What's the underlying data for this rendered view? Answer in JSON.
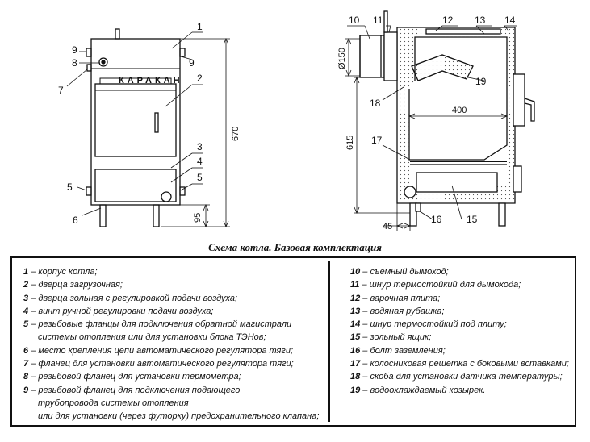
{
  "caption": "Схема котла. Базовая комплектация",
  "front_view": {
    "brand": "КАРАКАН",
    "height_dim": "670",
    "leg_dim": "95",
    "callouts": [
      "1",
      "2",
      "3",
      "4",
      "5",
      "9",
      "8",
      "7",
      "9",
      "5",
      "6"
    ]
  },
  "side_view": {
    "pipe_dim": "Ø150",
    "width_dim": "400",
    "height_dim": "615",
    "offset_dim": "45",
    "callouts": [
      "10",
      "11",
      "12",
      "13",
      "14",
      "19",
      "18",
      "17",
      "16",
      "15"
    ]
  },
  "legend": {
    "left": [
      {
        "num": "1",
        "text": " – корпус котла;"
      },
      {
        "num": "2",
        "text": " – дверца загрузочная;"
      },
      {
        "num": "3",
        "text": " – дверца зольная с регулировкой подачи воздуха;"
      },
      {
        "num": "4",
        "text": " – винт ручной регулировки подачи воздуха;"
      },
      {
        "num": "5",
        "text": " – резьбовые фланцы для подключения обратной магистрали"
      },
      {
        "num": "",
        "text": "системы отопления или для установки блока ТЭНов;"
      },
      {
        "num": "6",
        "text": " – место крепления цепи автоматического регулятора тяги;"
      },
      {
        "num": "7",
        "text": " – фланец для установки автоматического регулятора тяги;"
      },
      {
        "num": "8",
        "text": " – резьбовой фланец для установки термометра;"
      },
      {
        "num": "9",
        "text": " – резьбовой фланец для подключения подающего"
      },
      {
        "num": "",
        "text": "трубопровода системы отопления"
      },
      {
        "num": "",
        "text": "или для установки (через футорку) предохранительного клапана;"
      }
    ],
    "right": [
      {
        "num": "10",
        "text": " – съемный дымоход;"
      },
      {
        "num": "11",
        "text": " – шнур термостойкий для дымохода;"
      },
      {
        "num": "12",
        "text": " – варочная плита;"
      },
      {
        "num": "13",
        "text": " – водяная рубашка;"
      },
      {
        "num": "14",
        "text": " – шнур термостойкий под плиту;"
      },
      {
        "num": "15",
        "text": " – зольный ящик;"
      },
      {
        "num": "16",
        "text": " – болт заземления;"
      },
      {
        "num": "17",
        "text": " – колосниковая решетка с боковыми вставками;"
      },
      {
        "num": "18",
        "text": " – скоба для установки датчика температуры;"
      },
      {
        "num": "19",
        "text": " – водоохлаждаемый козырек."
      }
    ]
  }
}
